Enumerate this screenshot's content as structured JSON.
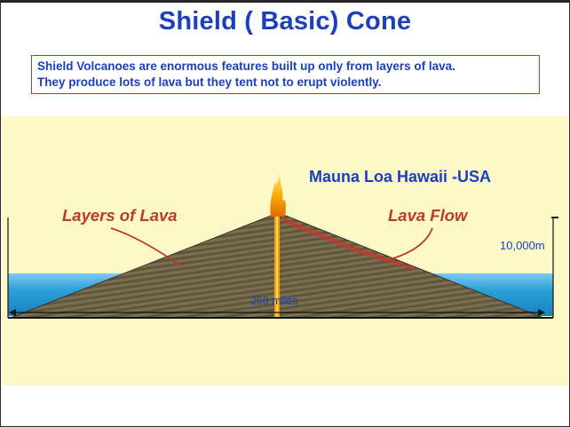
{
  "slide": {
    "title": "Shield ( Basic) Cone",
    "description_lines": [
      "Shield Volcanoes are enormous features built up only from layers of lava.",
      "They produce lots of lava but they tent not to  erupt violently."
    ]
  },
  "diagram": {
    "location_label": "Mauna Loa Hawaii -USA",
    "layers_label": "Layers of Lava",
    "flow_label": "Lava Flow",
    "height_label": "10,000m",
    "width_label": "250 miles"
  },
  "colors": {
    "title": "#1a3fbf",
    "annotation": "#c0392b",
    "panel_background": "#fcf8c7",
    "water": "#2b9fd6",
    "volcano_layers": "#6b6145",
    "lava": "#f5a300"
  }
}
